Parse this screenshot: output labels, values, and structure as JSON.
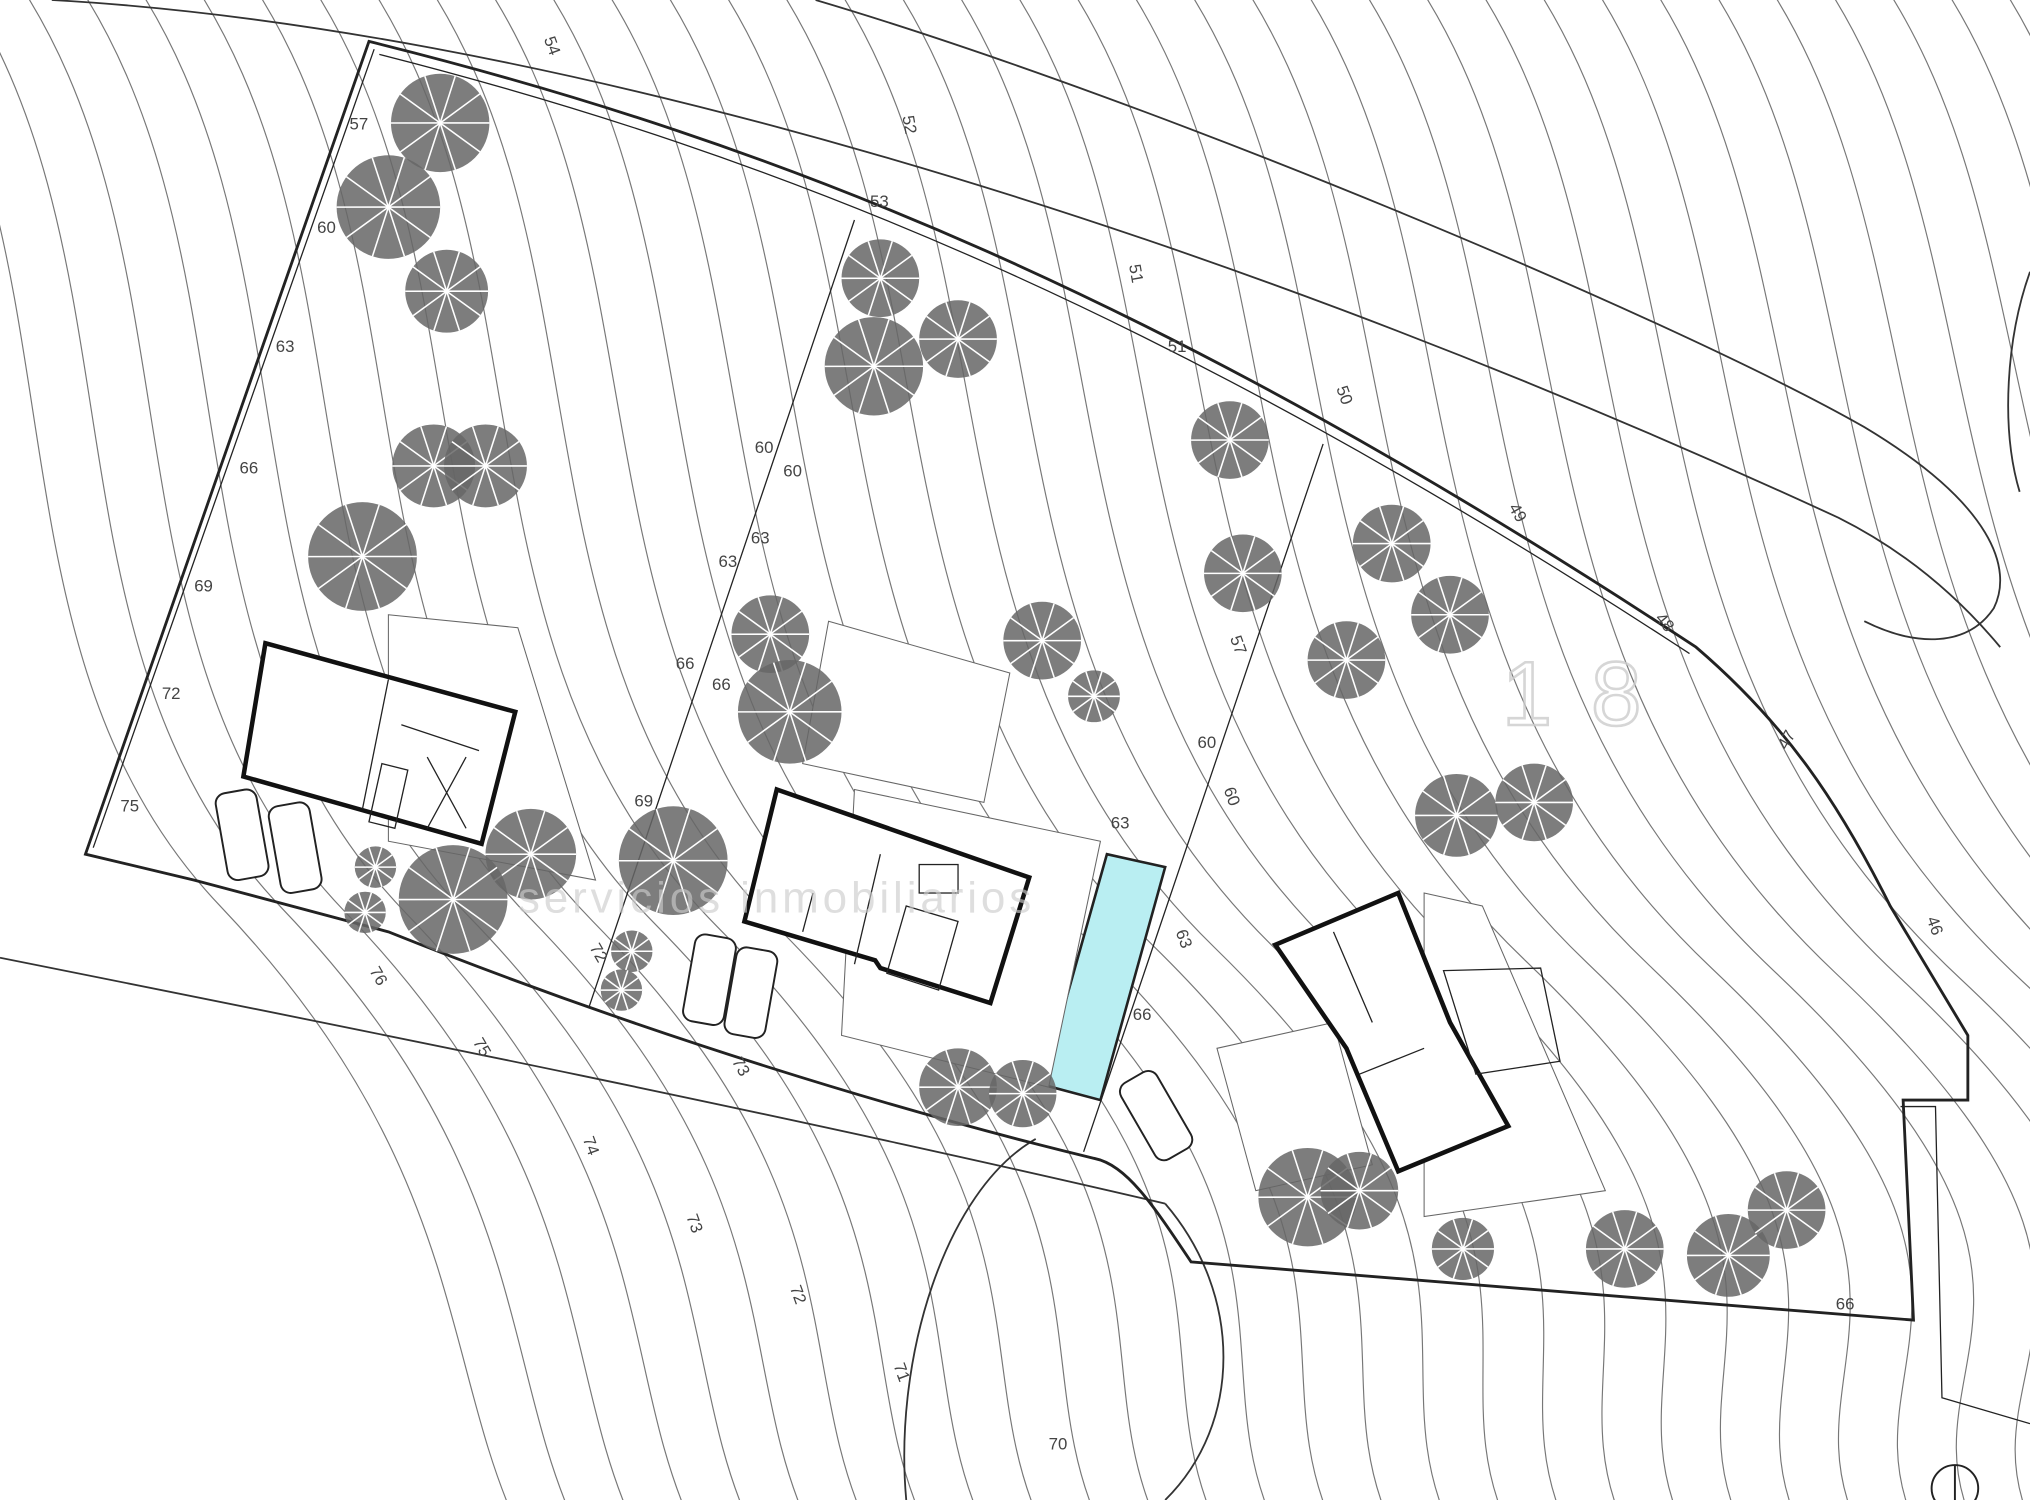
{
  "title": "Site plan - three plots with houses",
  "watermark": {
    "brand": "18",
    "tagline": "servicios inmobiliarios"
  },
  "contour_labels": [
    "54",
    "57",
    "60",
    "63",
    "66",
    "69",
    "72",
    "75",
    "52",
    "53",
    "51",
    "51",
    "50",
    "49",
    "48",
    "47",
    "46",
    "60",
    "60",
    "63",
    "63",
    "66",
    "66",
    "69",
    "57",
    "60",
    "60",
    "63",
    "63",
    "66",
    "72",
    "76",
    "75",
    "74",
    "73",
    "73",
    "72",
    "71",
    "70",
    "66"
  ],
  "colors": {
    "pool": "#b9eef2",
    "line": "#222222",
    "tree": "#555555",
    "contour": "#777777"
  }
}
